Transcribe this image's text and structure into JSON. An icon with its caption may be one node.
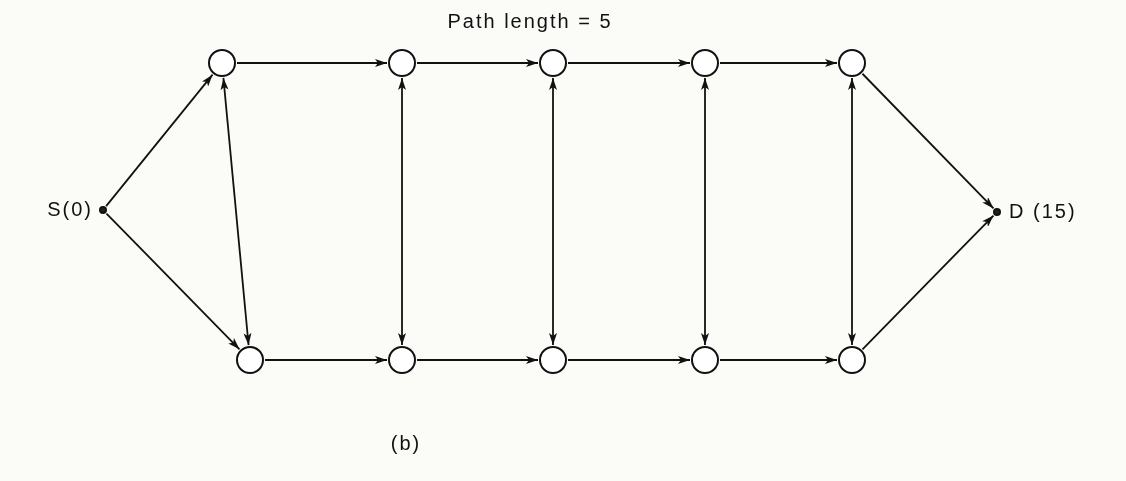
{
  "diagram": {
    "caption": "(b)",
    "nodes": [
      {
        "text": [],
        "shape": "dot",
        "beside": [
          "S(0)"
        ]
      },
      {
        "text": [],
        "shape": "circle"
      },
      {
        "text": [],
        "shape": "circle"
      },
      {
        "text": [],
        "shape": "circle"
      },
      {
        "text": [],
        "shape": "circle"
      },
      {
        "text": [],
        "shape": "circle"
      },
      {
        "text": [],
        "shape": "circle"
      },
      {
        "text": [],
        "shape": "circle"
      },
      {
        "text": [],
        "shape": "circle"
      },
      {
        "text": [],
        "shape": "circle"
      },
      {
        "text": [],
        "shape": "circle"
      },
      {
        "text": [],
        "shape": "dot",
        "beside": [
          "D (15)"
        ]
      }
    ],
    "edges": [
      {
        "from": 0,
        "to": 1,
        "arrow": "to"
      },
      {
        "from": 0,
        "to": 6,
        "arrow": "to"
      },
      {
        "from": 1,
        "to": 2,
        "arrow": "to"
      },
      {
        "from": 2,
        "to": 3,
        "arrow": "to"
      },
      {
        "from": 3,
        "to": 4,
        "arrow": "to"
      },
      {
        "from": 4,
        "to": 5,
        "arrow": "to"
      },
      {
        "from": 6,
        "to": 7,
        "arrow": "to"
      },
      {
        "from": 7,
        "to": 8,
        "arrow": "to"
      },
      {
        "from": 8,
        "to": 9,
        "arrow": "to"
      },
      {
        "from": 9,
        "to": 10,
        "arrow": "to"
      },
      {
        "from": 1,
        "to": 6,
        "arrow": "both"
      },
      {
        "from": 2,
        "to": 7,
        "arrow": "both"
      },
      {
        "from": 3,
        "to": 8,
        "arrow": "both"
      },
      {
        "from": 4,
        "to": 9,
        "arrow": "both"
      },
      {
        "from": 5,
        "to": 10,
        "arrow": "both"
      },
      {
        "from": 5,
        "to": 11,
        "arrow": "to"
      },
      {
        "from": 10,
        "to": 11,
        "arrow": "to"
      }
    ],
    "labels": [
      "Path length = 5"
    ]
  }
}
